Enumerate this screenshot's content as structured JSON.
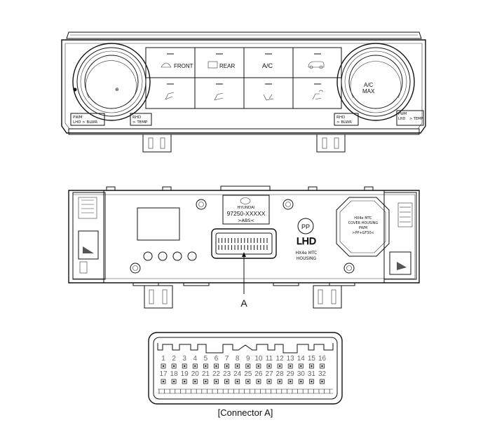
{
  "front_panel": {
    "buttons_top": [
      "FRONT",
      "REAR",
      "A/C",
      ""
    ],
    "right_knob_line1": "A/C",
    "right_knob_line2": "MAX",
    "left_tag_line1": "PWM",
    "left_tag_line2": "LHD > BLWR",
    "left_tag2_line1": "RHD",
    "left_tag2_line2": "> TEMP",
    "right_tag_line1": "RHD",
    "right_tag_line2": "> BLWR",
    "right_tag2_line1": "PWM",
    "right_tag2_line2": "LHD",
    "right_tag2_line3": "> TEMP",
    "icons_top": [
      "front-defrost-icon",
      "rear-defrost-icon",
      "ac-icon",
      "recirculation-icon"
    ],
    "icons_bottom": [
      "vent-face-icon",
      "vent-bilevel-icon",
      "vent-floor-icon",
      "vent-floor-defrost-icon"
    ]
  },
  "rear_panel": {
    "brand": "HYUNDAI",
    "part_number": "97250-XXXXX",
    "material_mark": ">ABS<",
    "lhd": "LHD",
    "housing_line1": "HX4e MTC",
    "housing_line2": "HOUSING",
    "cover_line1": "HX4e MTC",
    "cover_line2": "COVER HOUSING",
    "cover_line3": "PWM",
    "cover_line4": ">PP+GF30<",
    "callout": "A"
  },
  "connector": {
    "pins_top": [
      "1",
      "2",
      "3",
      "4",
      "5",
      "6",
      "7",
      "8",
      "9",
      "10",
      "11",
      "12",
      "13",
      "14",
      "15",
      "16"
    ],
    "pins_bottom": [
      "17",
      "18",
      "19",
      "20",
      "21",
      "22",
      "23",
      "24",
      "25",
      "26",
      "27",
      "28",
      "29",
      "30",
      "31",
      "32"
    ],
    "caption": "[Connector A]"
  }
}
